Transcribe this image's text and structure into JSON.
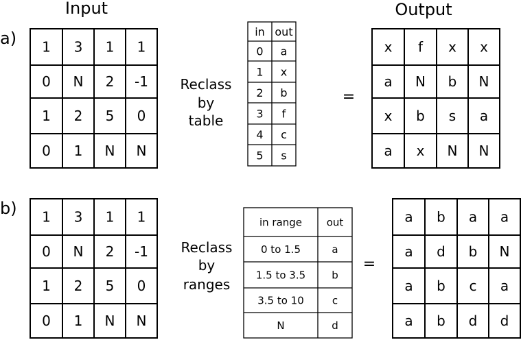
{
  "headings": {
    "input": "Input",
    "output": "Output"
  },
  "part_a": {
    "label": "a)",
    "input_grid": [
      [
        "1",
        "3",
        "1",
        "1"
      ],
      [
        "0",
        "N",
        "2",
        "-1"
      ],
      [
        "1",
        "2",
        "5",
        "0"
      ],
      [
        "0",
        "1",
        "N",
        "N"
      ]
    ],
    "operation_lines": [
      "Reclass",
      "by",
      "table"
    ],
    "table": {
      "headers": [
        "in",
        "out"
      ],
      "rows": [
        [
          "0",
          "a"
        ],
        [
          "1",
          "x"
        ],
        [
          "2",
          "b"
        ],
        [
          "3",
          "f"
        ],
        [
          "4",
          "c"
        ],
        [
          "5",
          "s"
        ]
      ]
    },
    "equals": "=",
    "output_grid": [
      [
        "x",
        "f",
        "x",
        "x"
      ],
      [
        "a",
        "N",
        "b",
        "N"
      ],
      [
        "x",
        "b",
        "s",
        "a"
      ],
      [
        "a",
        "x",
        "N",
        "N"
      ]
    ]
  },
  "part_b": {
    "label": "b)",
    "input_grid": [
      [
        "1",
        "3",
        "1",
        "1"
      ],
      [
        "0",
        "N",
        "2",
        "-1"
      ],
      [
        "1",
        "2",
        "5",
        "0"
      ],
      [
        "0",
        "1",
        "N",
        "N"
      ]
    ],
    "operation_lines": [
      "Reclass",
      "by",
      "ranges"
    ],
    "table": {
      "headers": [
        "in range",
        "out"
      ],
      "rows": [
        [
          "0 to 1.5",
          "a"
        ],
        [
          "1.5 to 3.5",
          "b"
        ],
        [
          "3.5 to 10",
          "c"
        ],
        [
          "N",
          "d"
        ]
      ]
    },
    "equals": "=",
    "output_grid": [
      [
        "a",
        "b",
        "a",
        "a"
      ],
      [
        "a",
        "d",
        "b",
        "N"
      ],
      [
        "a",
        "b",
        "c",
        "a"
      ],
      [
        "a",
        "b",
        "d",
        "d"
      ]
    ]
  }
}
